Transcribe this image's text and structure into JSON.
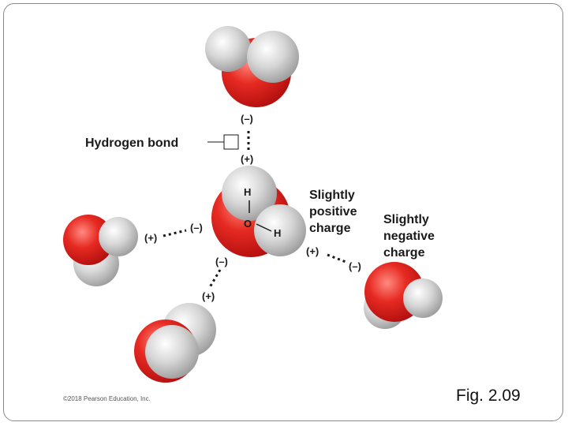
{
  "diagram": {
    "hydrogen_bond_label": "Hydrogen bond",
    "slightly_positive_label": [
      "Slightly",
      "positive",
      "charge"
    ],
    "slightly_negative_label": [
      "Slightly",
      "negative",
      "charge"
    ],
    "atoms": {
      "hydrogen": "H",
      "oxygen": "O"
    },
    "charges": {
      "top_negative": "(–)",
      "top_positive": "(+)",
      "left_positive": "(+)",
      "left_negative": "(–)",
      "bottom_negative": "(–)",
      "bottom_positive": "(+)",
      "right_positive": "(+)",
      "right_negative": "(–)"
    },
    "colors": {
      "oxygen": "#e0201e",
      "hydrogen": "#d9d9d9"
    }
  },
  "footer": {
    "copyright": "©2018 Pearson Education, Inc.",
    "figure_caption": "Fig. 2.09"
  }
}
